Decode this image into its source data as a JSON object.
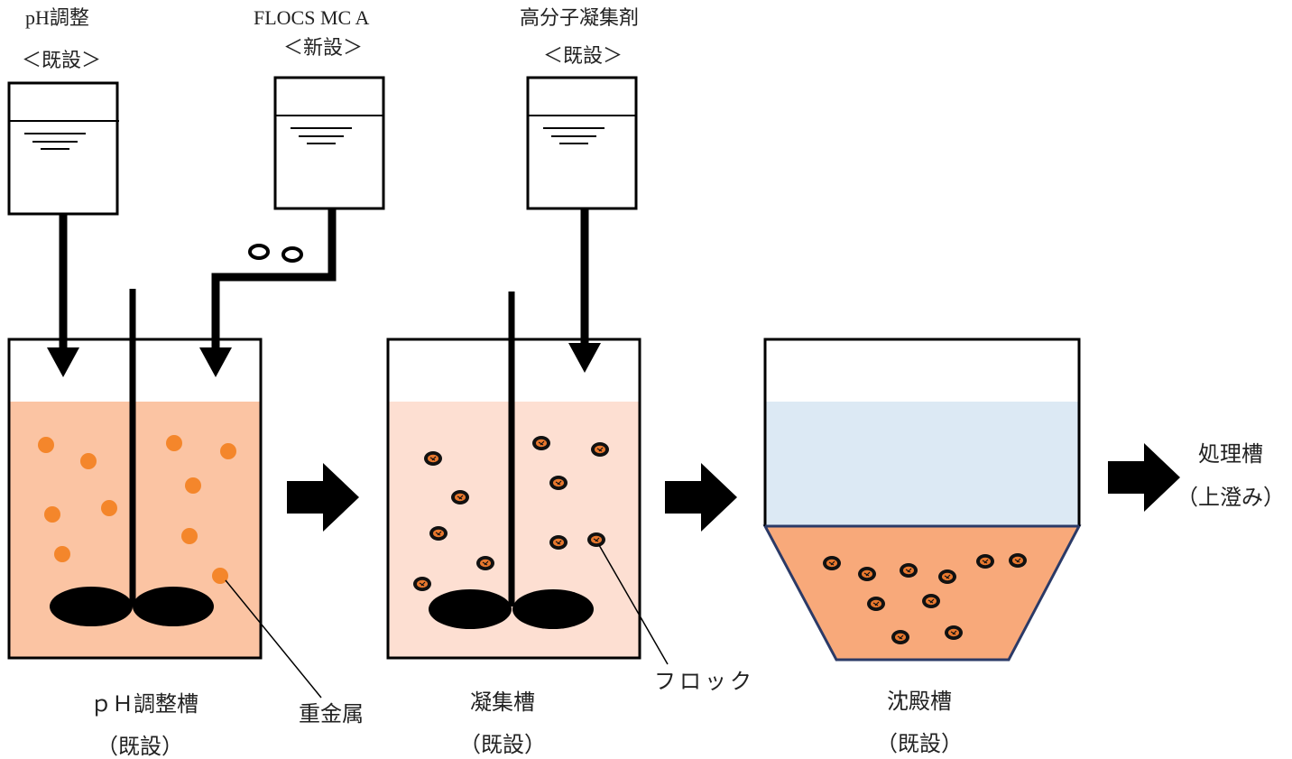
{
  "dosing_tanks": {
    "ph": {
      "name": "pH調整",
      "status": "＜既設＞"
    },
    "flocs": {
      "name": "FLOCS MC A",
      "status": "＜新設＞"
    },
    "polymer": {
      "name": "高分子凝集剤",
      "status": "＜既設＞"
    }
  },
  "process_tanks": {
    "ph_tank": {
      "name": "ｐＨ調整槽",
      "status": "（既設）"
    },
    "coag_tank": {
      "name": "凝集槽",
      "status": "（既設）"
    },
    "settling_tank": {
      "name": "沈殿槽",
      "status": "（既設）"
    }
  },
  "callouts": {
    "heavy_metal": "重金属",
    "floc": "フロック"
  },
  "outlet": {
    "name": "処理槽",
    "note": "（上澄み）"
  },
  "colors": {
    "ph_liquid": "#FBC4A3",
    "coag_liquid": "#FDDFD2",
    "supernatant": "#DCE9F4",
    "sludge": "#F8A97A",
    "heavy_metal_dot": "#F4862B",
    "floc": "#E8782E",
    "settler_outline": "#2B3A67"
  }
}
